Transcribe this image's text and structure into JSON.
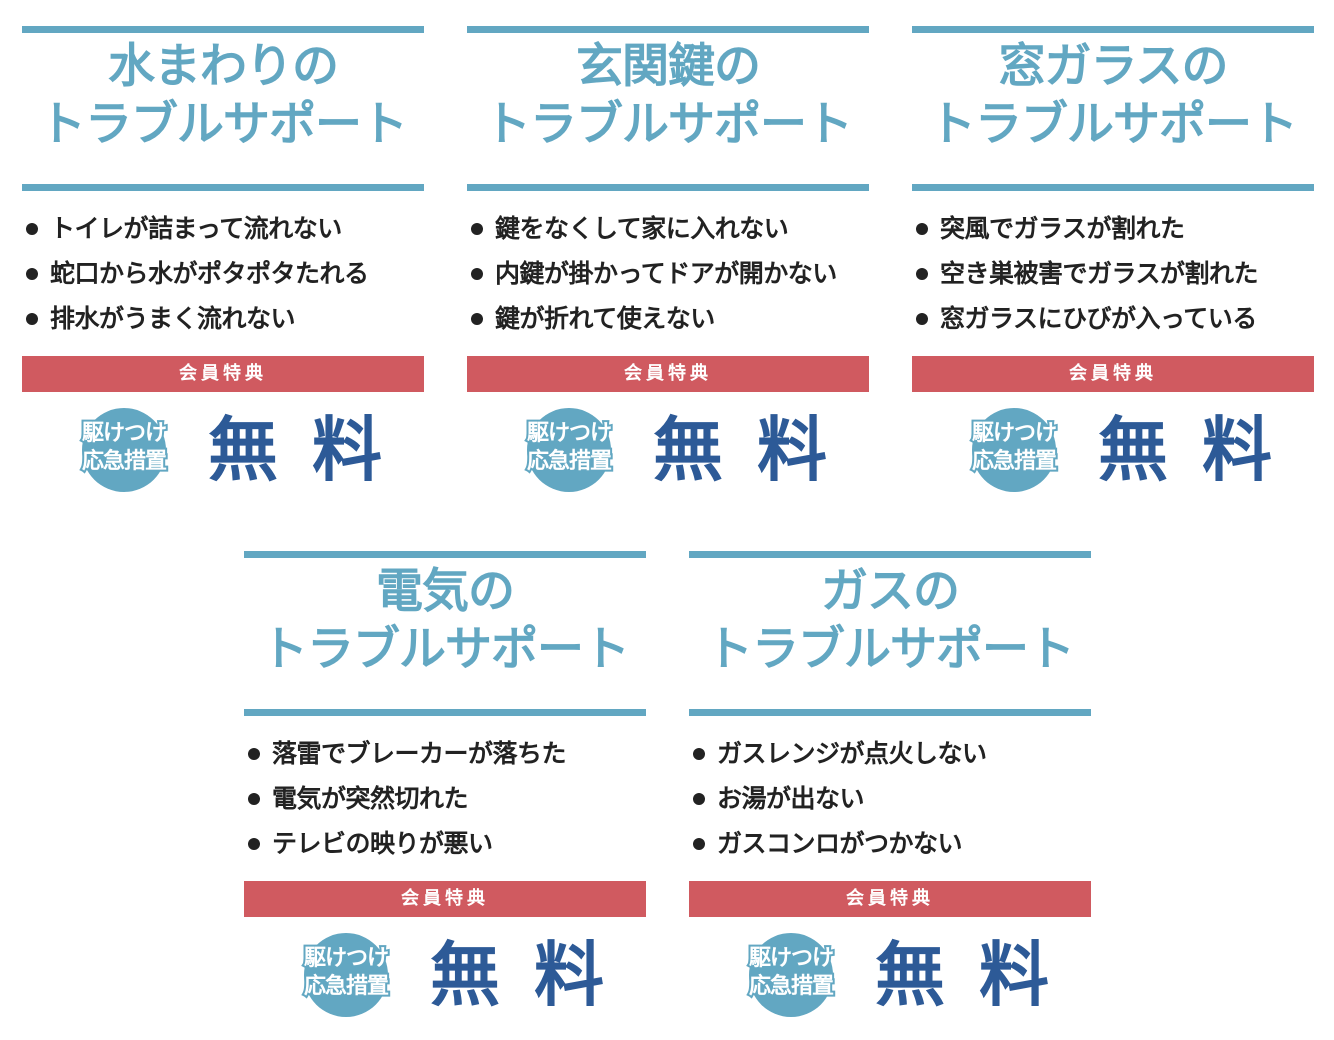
{
  "colors": {
    "accent_blue": "#62a7c2",
    "member_band_red": "#d05a60",
    "free_navy": "#2d5a97",
    "body_text": "#222222"
  },
  "cards": [
    {
      "title_line1": "水まわりの",
      "title_line2": "トラブルサポート",
      "items": [
        "トイレが詰まって流れない",
        "蛇口から水がポタポタたれる",
        "排水がうまく流れない"
      ],
      "band_label": "会員特典",
      "badge_line1": "駆けつけ",
      "badge_line2": "応急措置",
      "free_label": "無料"
    },
    {
      "title_line1": "玄関鍵の",
      "title_line2": "トラブルサポート",
      "items": [
        "鍵をなくして家に入れない",
        "内鍵が掛かってドアが開かない",
        "鍵が折れて使えない"
      ],
      "band_label": "会員特典",
      "badge_line1": "駆けつけ",
      "badge_line2": "応急措置",
      "free_label": "無料"
    },
    {
      "title_line1": "窓ガラスの",
      "title_line2": "トラブルサポート",
      "items": [
        "突風でガラスが割れた",
        "空き巣被害でガラスが割れた",
        "窓ガラスにひびが入っている"
      ],
      "band_label": "会員特典",
      "badge_line1": "駆けつけ",
      "badge_line2": "応急措置",
      "free_label": "無料"
    },
    {
      "title_line1": "電気の",
      "title_line2": "トラブルサポート",
      "items": [
        "落雷でブレーカーが落ちた",
        "電気が突然切れた",
        "テレビの映りが悪い"
      ],
      "band_label": "会員特典",
      "badge_line1": "駆けつけ",
      "badge_line2": "応急措置",
      "free_label": "無料"
    },
    {
      "title_line1": "ガスの",
      "title_line2": "トラブルサポート",
      "items": [
        "ガスレンジが点火しない",
        "お湯が出ない",
        "ガスコンロがつかない"
      ],
      "band_label": "会員特典",
      "badge_line1": "駆けつけ",
      "badge_line2": "応急措置",
      "free_label": "無料"
    }
  ]
}
